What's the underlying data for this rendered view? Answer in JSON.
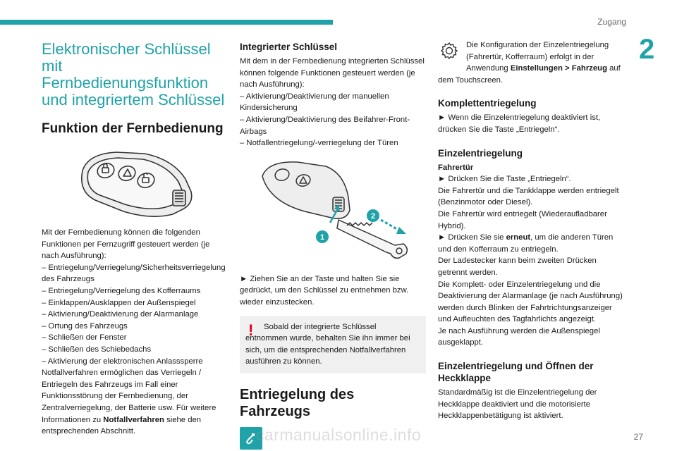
{
  "header": {
    "section": "Zugang",
    "chapter": "2",
    "page": "27"
  },
  "watermark": "carmanualsonline.info",
  "colors": {
    "accent": "#1fa3a8",
    "warning": "#e2001a",
    "note_bg": "#f0f0f0"
  },
  "col1": {
    "title": "Elektronischer Schlüssel mit Fernbedienungsfunktion und integriertem Schlüssel",
    "heading": "Funktion der Fernbedienung",
    "image_icon": "key-fob-illustration",
    "intro": "Mit der Fernbedienung können die folgenden Funktionen per Fernzugriff gesteuert werden (je nach Ausführung):",
    "list": [
      "– Entriegelung/Verriegelung/Sicherheitsverriegelung des Fahrzeugs",
      "– Entriegelung/Verriegelung des Kofferraums",
      "– Einklappen/Ausklappen der Außenspiegel",
      "– Aktivierung/Deaktivierung der Alarmanlage",
      "– Ortung des Fahrzeugs",
      "– Schließen der Fenster",
      "– Schließen des Schiebedachs",
      "– Aktivierung der elektronischen Anlasssperre"
    ],
    "outro_a": "Notfallverfahren ermöglichen das Verriegeln / Entriegeln des Fahrzeugs im Fall einer Funktionsstörung der Fernbedienung, der Zentralverriegelung, der Batterie usw. Für weitere Informationen zu ",
    "outro_bold": "Notfallverfahren",
    "outro_b": " siehe den entsprechenden Abschnitt."
  },
  "col2": {
    "heading": "Integrierter Schlüssel",
    "intro": "Mit dem in der Fernbedienung integrierten Schlüssel können folgende Funktionen gesteuert werden (je nach Ausführung):",
    "list": [
      "– Aktivierung/Deaktivierung der manuellen Kindersicherung",
      "– Aktivierung/Deaktivierung des Beifahrer-Front-Airbags",
      "– Notfallentriegelung/-verriegelung der Türen"
    ],
    "image_icon": "key-extraction-illustration",
    "callout_1": "1",
    "callout_2": "2",
    "instruction": "► Ziehen Sie an der Taste und halten Sie sie gedrückt, um den Schlüssel zu entnehmen bzw. wieder einzustecken.",
    "warning_icon": "exclamation-icon",
    "warning": "Sobald der integrierte Schlüssel entnommen wurde, behalten Sie ihn immer bei sich, um die entsprechenden Notfallverfahren ausführen zu können.",
    "section_heading": "Entriegelung des Fahrzeugs",
    "unlock_icon": "unlock-icon"
  },
  "col3": {
    "gear_icon": "gear-icon",
    "config_a": "Die Konfiguration der Einzelentriegelung (Fahrertür, Kofferraum) erfolgt in der Anwendung ",
    "config_bold": "Einstellungen > Fahrzeug",
    "config_b": " auf dem Touchscreen.",
    "h_komplett": "Komplettentriegelung",
    "komplett_text": "► Wenn die Einzelentriegelung deaktiviert ist, drücken Sie die Taste „Entriegeln“.",
    "h_einzel": "Einzelentriegelung",
    "h_fahrertuer": "Fahrertür",
    "f1": "► Drücken Sie die Taste „Entriegeln“.",
    "f2": "Die Fahrertür und die Tankklappe werden entriegelt (Benzinmotor oder Diesel).",
    "f3": "Die Fahrertür wird entriegelt (Wiederaufladbarer Hybrid).",
    "f4_a": "► Drücken Sie sie ",
    "f4_bold": "erneut",
    "f4_b": ", um die anderen Türen und den Kofferraum zu entriegeln.",
    "f5": "Der Ladestecker kann beim zweiten Drücken getrennt werden.",
    "f6": "Die Komplett- oder Einzelentriegelung und die Deaktivierung der Alarmanlage (je nach Ausführung) werden durch Blinken der Fahrtrichtungsanzeiger und Aufleuchten des Tagfahrlichts angezeigt.",
    "f7": "Je nach Ausführung werden die Außenspiegel ausgeklappt.",
    "h_heckklappe": "Einzelentriegelung und Öffnen der Heckklappe",
    "heck_text": "Standardmäßig ist die Einzelentriegelung der Heckklappe deaktiviert und die motorisierte Heckklappenbetätigung ist aktiviert."
  }
}
